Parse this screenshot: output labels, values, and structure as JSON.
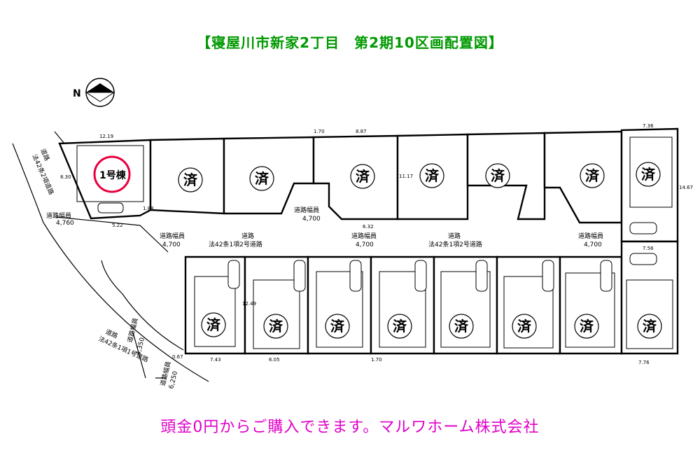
{
  "title": "【寝屋川市新家2丁目　第2期10区画配置図】",
  "footer": "頭金0円からご購入できます。マルワホーム株式会社",
  "compass_label": "N",
  "lot1_label": "1号棟",
  "sold_label": "済",
  "roads": {
    "top_left_width_label": "道路幅員",
    "top_left_width_value": "4,700",
    "main_road_label": "道路",
    "main_road_law": "法42条1項2号道路",
    "center_width_label": "道路幅員",
    "center_width_value": "4,700",
    "left_road_label": "道路",
    "left_road_law": "法42条2項道路",
    "left_width_label": "道路幅員",
    "left_width_value": "4,760",
    "bottom_road_label": "道路",
    "bottom_road_law": "法42条1項1号道路",
    "bottom_width_label": "道路幅員",
    "bottom_width_value": "4,350",
    "bottom2_width_label": "道路幅員",
    "bottom2_width_value": "6,250"
  },
  "dimensions": {
    "d_12_19": "12.19",
    "d_8_30": "8.30",
    "d_1_70_top": "1.70",
    "d_8_87": "8.87",
    "d_7_36": "7.36",
    "d_14_67": "14.67",
    "d_11_17": "11.17",
    "d_6_32": "6.32",
    "d_5_22": "5.22",
    "d_1_88": "1.88",
    "d_7_56": "7.56",
    "d_7_43": "7.43",
    "d_6_05": "6.05",
    "d_1_70_bottom": "1.70",
    "d_7_76": "7.76",
    "d_12_49": "12.49",
    "d_0_67": "0.67"
  },
  "colors": {
    "title": "#009900",
    "footer": "#e000c8",
    "highlight_circle": "#e8003c"
  }
}
